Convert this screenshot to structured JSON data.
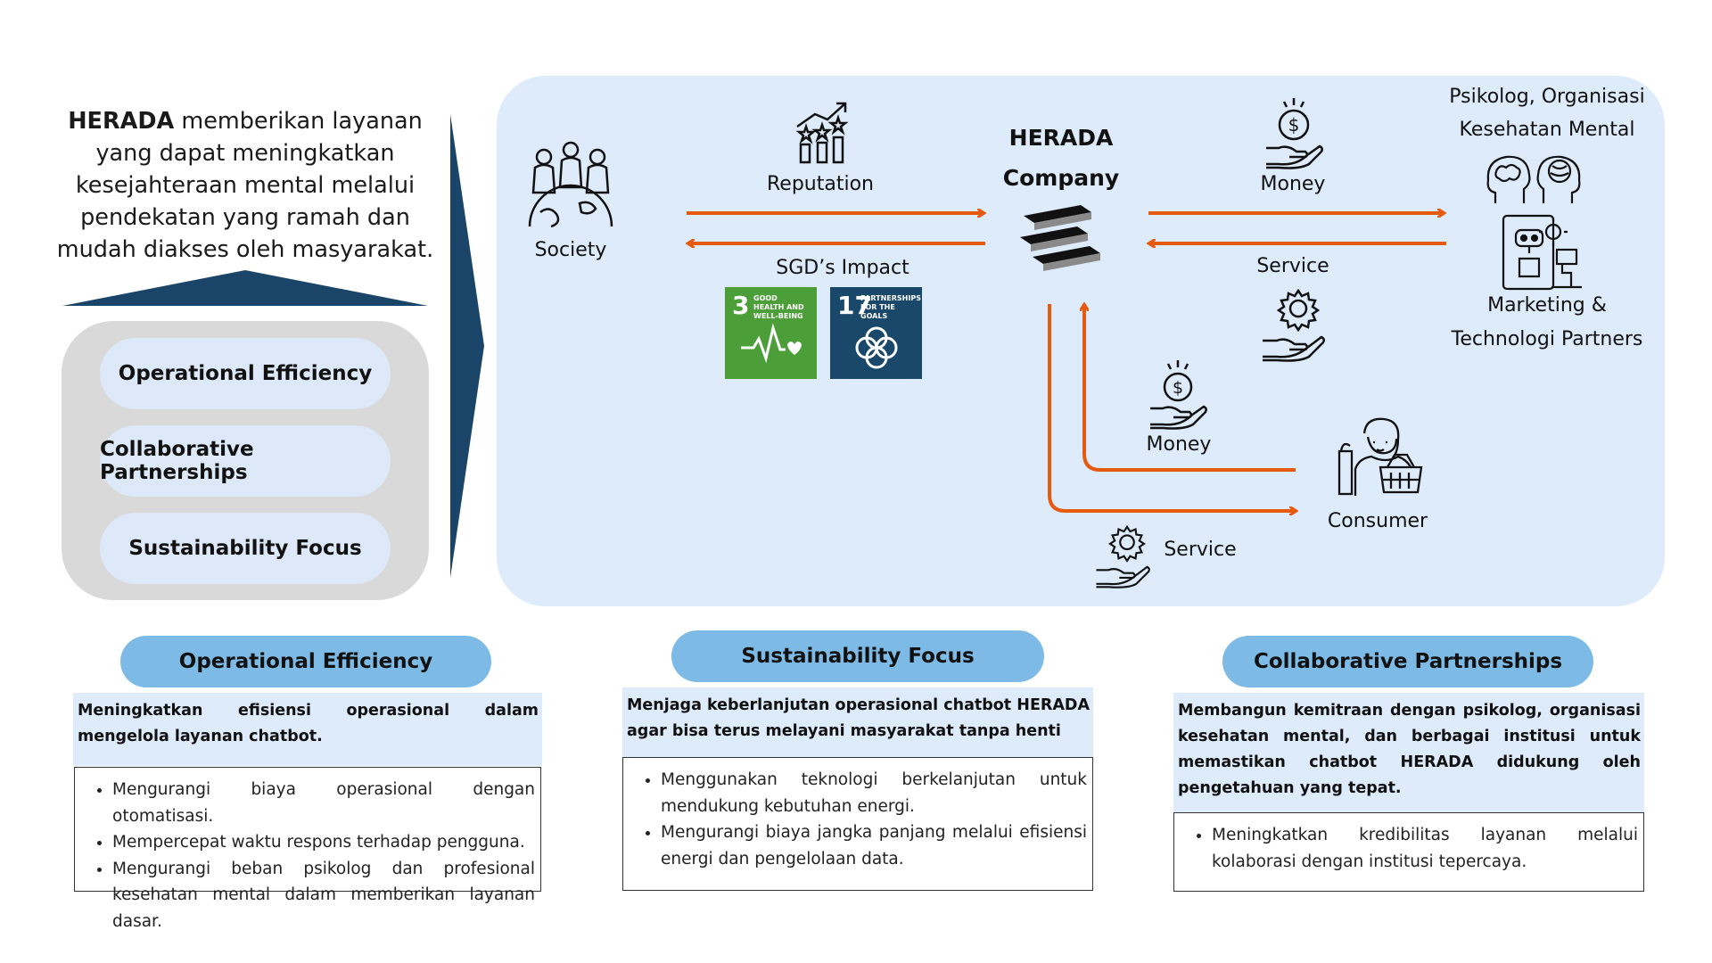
{
  "intro": {
    "brand": "HERADA",
    "text": "memberikan layanan yang dapat meningkatkan kesejahteraan mental melalui pendekatan yang ramah dan mudah diakses oleh masyarakat."
  },
  "pillars": [
    "Operational Efficiency",
    "Collaborative Partnerships",
    "Sustainability Focus"
  ],
  "model": {
    "society": "Society",
    "reputation": "Reputation",
    "sdg_title": "SGD’s Impact",
    "sdg_goals": [
      {
        "number": "3",
        "label": "GOOD HEALTH AND WELL-BEING",
        "color": "#4c9f38"
      },
      {
        "number": "17",
        "label": "PARTNERSHIPS FOR THE GOALS",
        "color": "#19486a"
      }
    ],
    "company_line1": "HERADA",
    "company_line2": "Company",
    "money_top": "Money",
    "service_top": "Service",
    "partners_line1": "Psikolog, Organisasi",
    "partners_line2": "Kesehatan Mental",
    "marketing_line1": "Marketing  &",
    "marketing_line2": "Technologi Partners",
    "money_bottom": "Money",
    "consumer": "Consumer",
    "service_bottom": "Service",
    "arrow_color": "#e55a0f"
  },
  "cards": [
    {
      "title": "Operational Efficiency",
      "summary": "Meningkatkan efisiensi operasional dalam mengelola layanan chatbot.",
      "bullets": [
        "Mengurangi biaya operasional dengan otomatisasi.",
        "Mempercepat waktu respons terhadap pengguna.",
        "Mengurangi beban psikolog dan profesional kesehatan mental dalam memberikan layanan dasar."
      ]
    },
    {
      "title": "Sustainability Focus",
      "summary": "Menjaga keberlanjutan operasional chatbot HERADA agar bisa terus melayani masyarakat tanpa henti",
      "bullets": [
        "Menggunakan teknologi berkelanjutan untuk mendukung kebutuhan energi.",
        "Mengurangi biaya jangka panjang melalui efisiensi energi dan pengelolaan data."
      ]
    },
    {
      "title": "Collaborative Partnerships",
      "summary": "Membangun kemitraan dengan psikolog, organisasi kesehatan mental, dan berbagai institusi untuk memastikan chatbot HERADA didukung oleh pengetahuan yang tepat.",
      "bullets": [
        "Meningkatkan kredibilitas layanan melalui kolaborasi dengan institusi tepercaya."
      ]
    }
  ],
  "colors": {
    "dark_blue": "#1b4469",
    "panel": "#deebfb",
    "header": "#7dbbe6",
    "pill_bg": "#d9d9d9"
  }
}
